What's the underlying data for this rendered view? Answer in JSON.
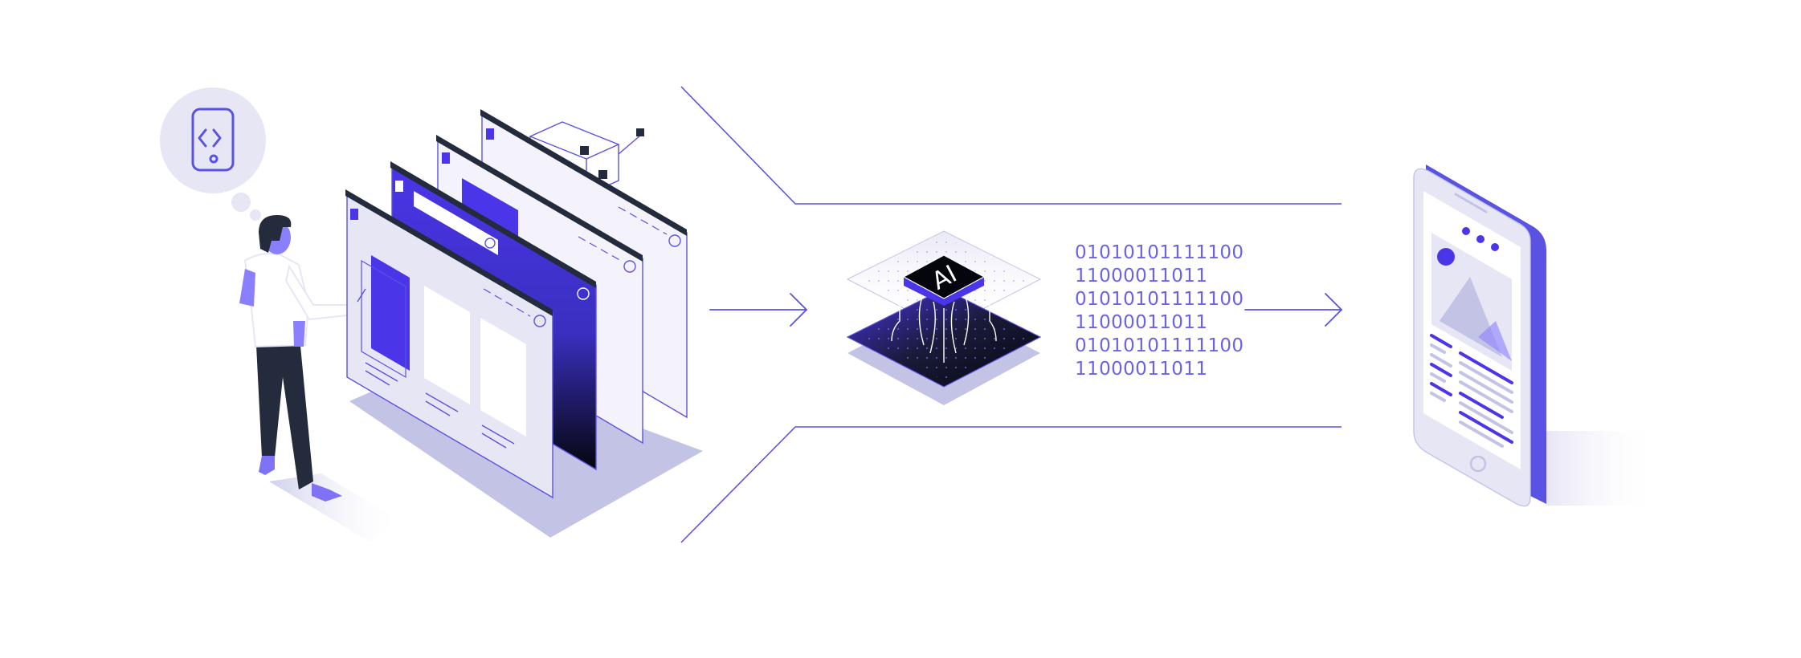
{
  "binary_stream": {
    "lines": [
      "01010101111100",
      "11000011011",
      "01010101111100",
      "11000011011",
      "01010101111100",
      "11000011011"
    ]
  },
  "chip": {
    "label": "AI"
  },
  "colors": {
    "accent": "#4b35e8",
    "accent_light": "#c3c3e6",
    "lavender": "#e7e6f5",
    "line": "#5a52e3",
    "dark": "#232b3c",
    "binary_text": "#6b63e6"
  },
  "icons": {
    "thought": "code-phone-icon",
    "arrow": "arrow-right-icon",
    "chip": "ai-chip-icon",
    "device": "tablet-icon"
  }
}
